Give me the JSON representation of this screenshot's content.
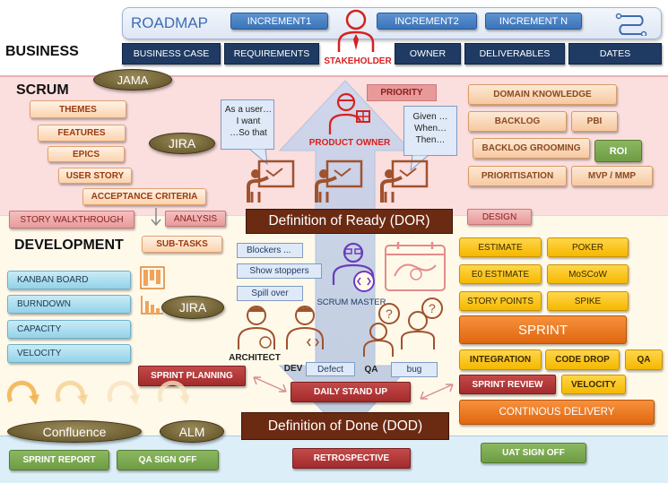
{
  "business": {
    "title": "BUSINESS",
    "roadmap": "ROADMAP",
    "increments": [
      "INCREMENT1",
      "INCREMENT2",
      "INCREMENT  N"
    ],
    "items": [
      "BUSINESS CASE",
      "REQUIREMENTS",
      "OWNER",
      "DELIVERABLES",
      "DATES"
    ],
    "stakeholder": "STAKEHOLDER"
  },
  "scrum": {
    "title": "SCRUM",
    "jama": "JAMA",
    "jira": "JIRA",
    "left_items": [
      "THEMES",
      "FEATURES",
      "EPICS",
      "USER STORY",
      "ACCEPTANCE CRITERIA"
    ],
    "priority": "PRIORITY",
    "product_owner": "PRODUCT OWNER",
    "bubble_left": [
      "As a user…",
      "I want",
      "…So that"
    ],
    "bubble_right": [
      "Given …",
      "When…",
      "Then…"
    ],
    "right_items": [
      "DOMAIN KNOWLEDGE",
      "BACKLOG",
      "PBI",
      "BACKLOG GROOMING",
      "ROI",
      "PRIORITISATION",
      "MVP / MMP"
    ],
    "story_walkthrough": "STORY WALKTHROUGH",
    "analysis": "ANALYSIS",
    "design": "DESIGN",
    "dor": "Definition of Ready (DOR)"
  },
  "development": {
    "title": "DEVELOPMENT",
    "subtasks": "SUB-TASKS",
    "left_items": [
      "KANBAN BOARD",
      "BURNDOWN",
      "CAPACITY",
      "VELOCITY"
    ],
    "jira": "JIRA",
    "issues": [
      "Blockers ...",
      "Show stoppers",
      "Spill over"
    ],
    "scrum_master": "SCRUM MASTER",
    "architect": "ARCHITECT",
    "dev": "DEV",
    "qa": "QA",
    "defect": "Defect",
    "bug": "bug",
    "right_items": [
      "ESTIMATE",
      "POKER",
      "E0 ESTIMATE",
      "MoSCoW",
      "STORY POINTS",
      "SPIKE"
    ],
    "sprint": "SPRINT",
    "sprint_items": [
      "INTEGRATION",
      "CODE DROP",
      "QA",
      "SPRINT REVIEW",
      "VELOCITY"
    ],
    "continuous_delivery": "CONTINOUS DELIVERY",
    "sprint_planning": "SPRINT PLANNING",
    "daily_standup": "DAILY STAND UP",
    "confluence": "Confluence",
    "alm": "ALM",
    "dod": "Definition of Done (DOD)"
  },
  "footer": {
    "sprint_report": "SPRINT REPORT",
    "qa_signoff": "QA SIGN OFF",
    "retrospective": "RETROSPECTIVE",
    "uat_signoff": "UAT SIGN OFF"
  },
  "colors": {
    "business_bg": "#ffffff",
    "scrum_bg": "#fbdede",
    "dev_bg": "#fff9ea",
    "footer_bg": "#dceef8",
    "navy": "#1f3b63",
    "brown": "#6b2a12",
    "person_stroke": "#a0522d",
    "stakeholder_red": "#d6211e"
  }
}
